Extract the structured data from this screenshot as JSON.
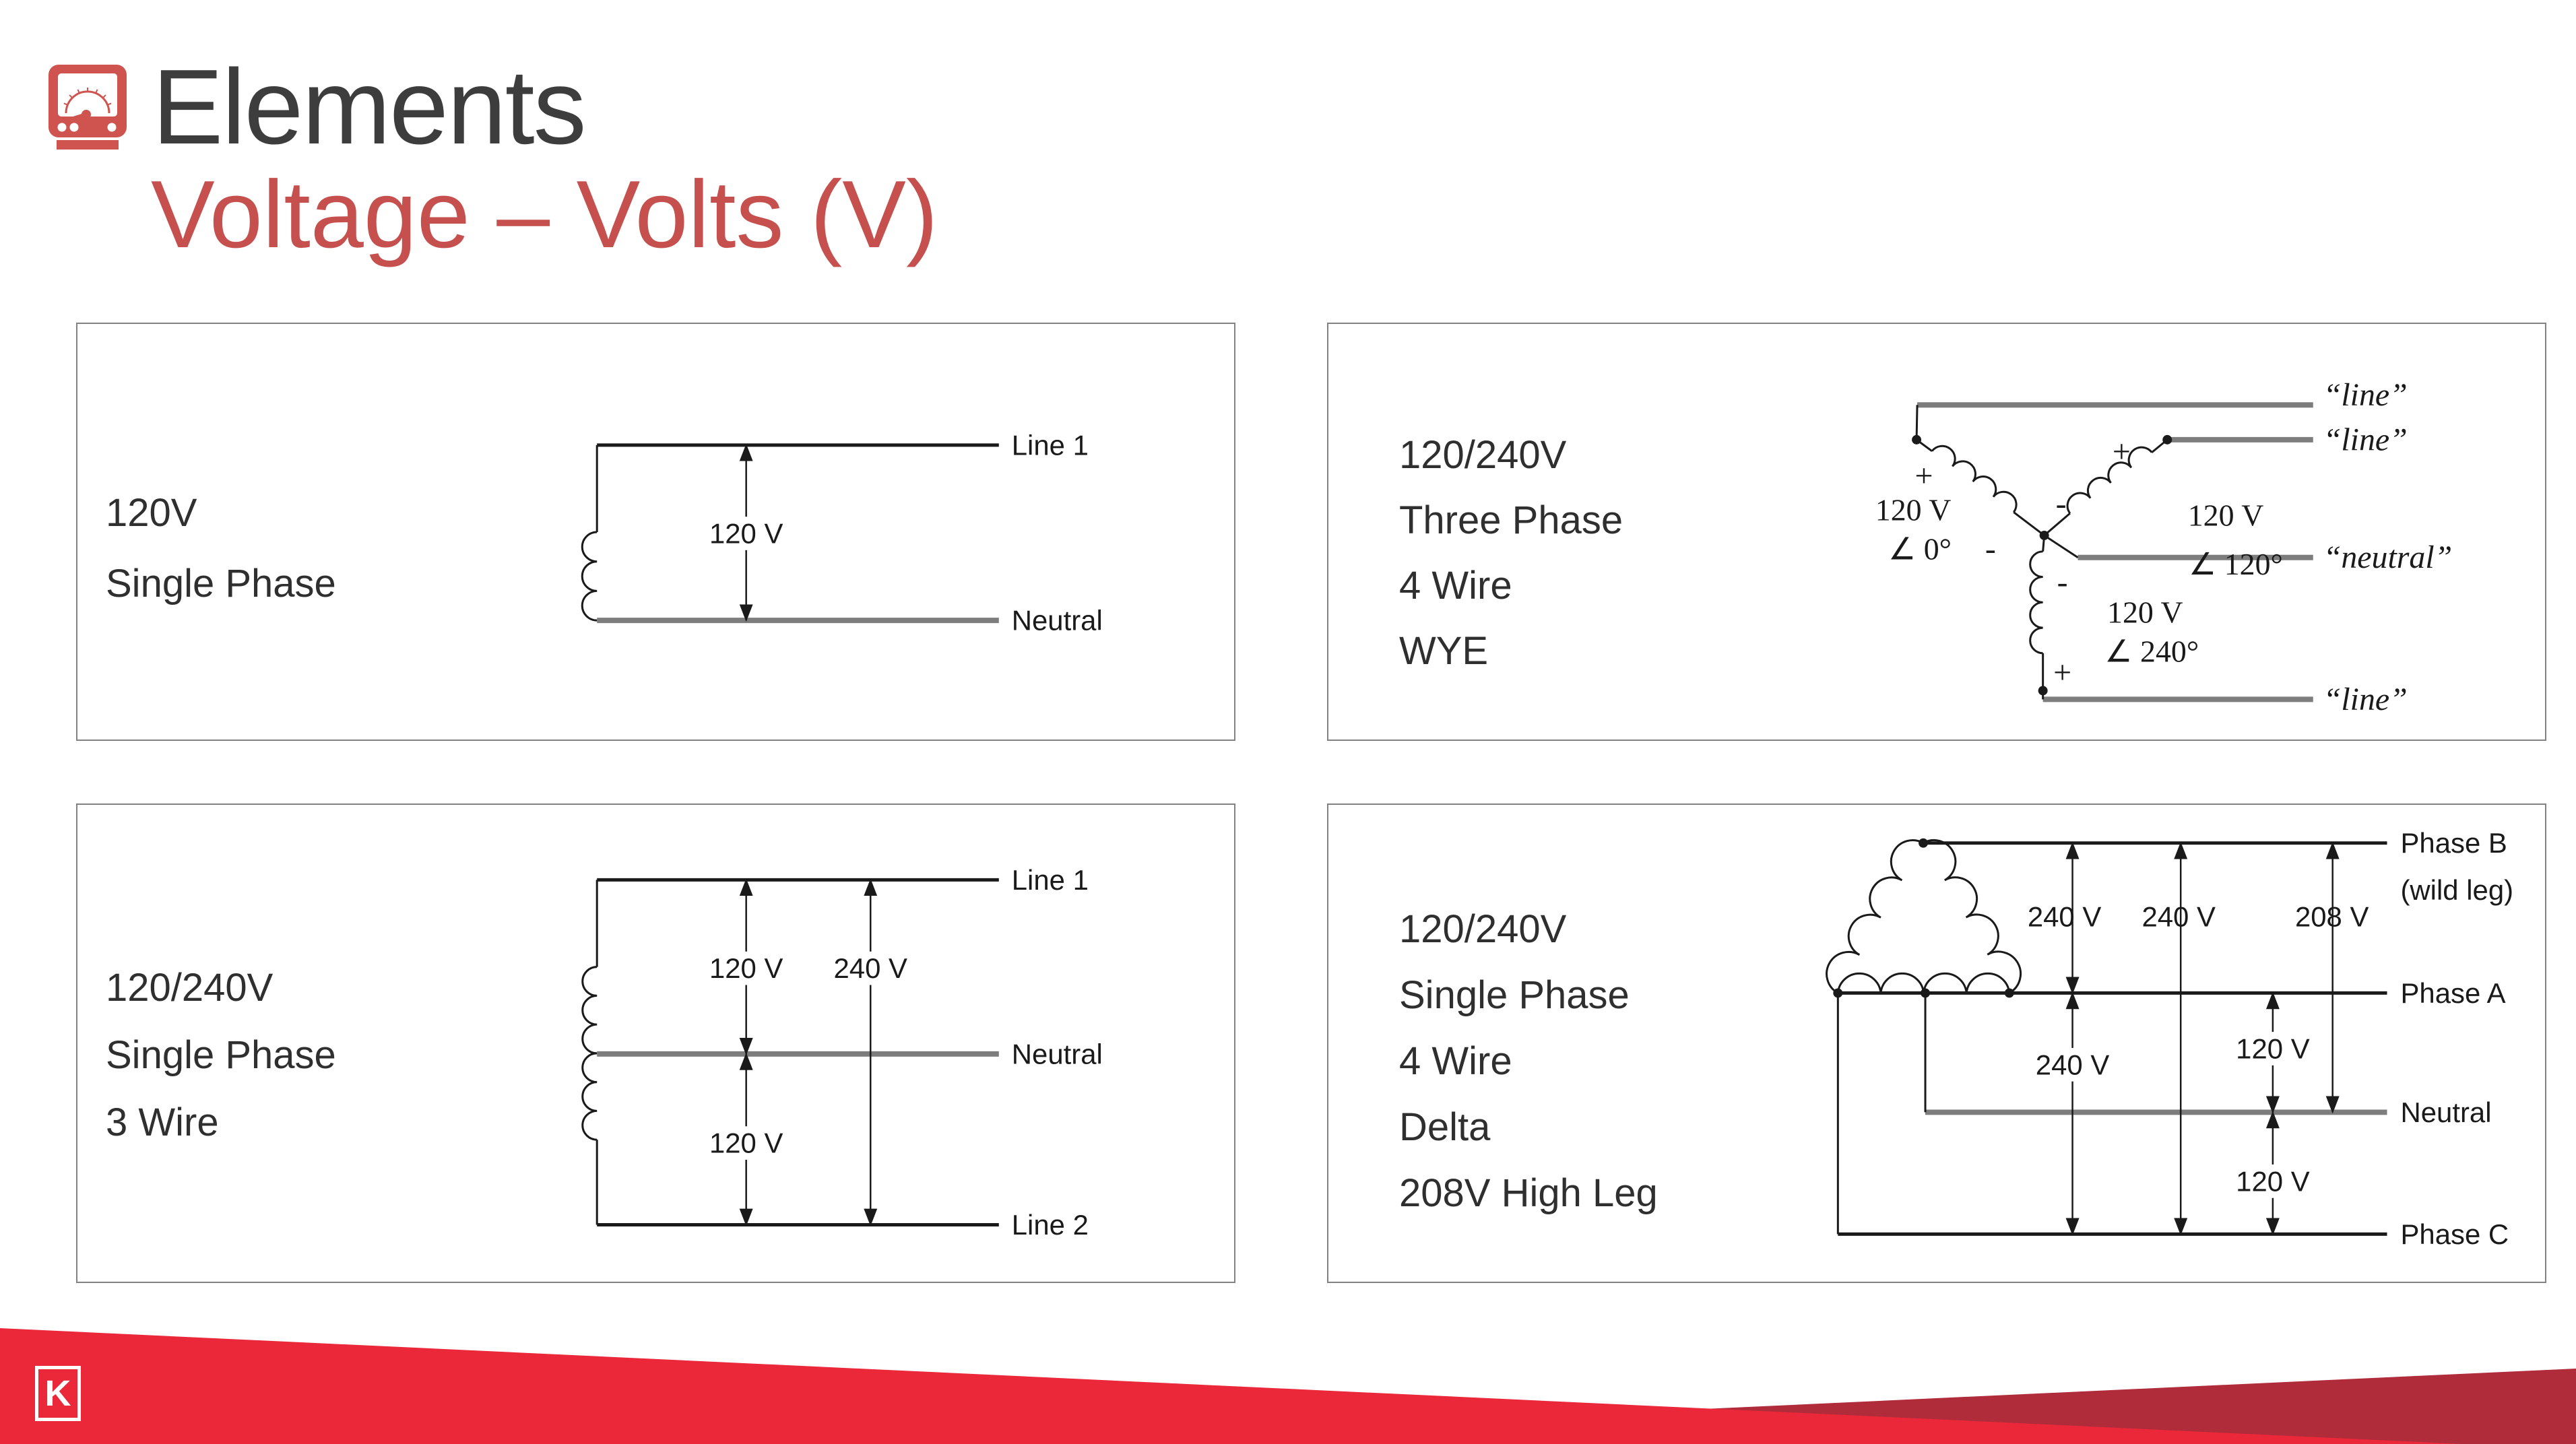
{
  "header": {
    "title": "Elements",
    "subtitle": "Voltage – Volts (V)"
  },
  "colors": {
    "accent_red": "#c6504e",
    "icon_red": "#cf5450",
    "footer_red": "#ea2839",
    "footer_dark_red": "#b12c3b",
    "title_gray": "#3d3d3d"
  },
  "panels": [
    {
      "description": [
        "120V",
        "Single Phase"
      ],
      "wires": [
        "Line 1",
        "Neutral"
      ],
      "voltages": [
        "120 V"
      ]
    },
    {
      "description": [
        "120/240V",
        "Three Phase",
        "4 Wire",
        "WYE"
      ],
      "wires": [
        "“line”",
        "“line”",
        "“neutral”",
        "“line”"
      ],
      "coils": [
        {
          "v": "120 V",
          "a": "∠ 0°"
        },
        {
          "v": "120 V",
          "a": "∠ 120°"
        },
        {
          "v": "120 V",
          "a": "∠ 240°"
        }
      ],
      "signs": {
        "plus": "+",
        "minus": "-"
      }
    },
    {
      "description": [
        "120/240V",
        "Single Phase",
        "3 Wire"
      ],
      "wires": [
        "Line 1",
        "Neutral",
        "Line 2"
      ],
      "voltages": [
        "120 V",
        "240 V",
        "120 V"
      ]
    },
    {
      "description": [
        "120/240V",
        "Single Phase",
        "4 Wire",
        "Delta",
        "208V High Leg"
      ],
      "wires": [
        "Phase B",
        "(wild leg)",
        "Phase A",
        "Neutral",
        "Phase C"
      ],
      "voltages": [
        "240 V",
        "240 V",
        "208 V",
        "240 V",
        "120 V",
        "120 V"
      ]
    }
  ],
  "footer": {
    "logo_letter": "K"
  }
}
